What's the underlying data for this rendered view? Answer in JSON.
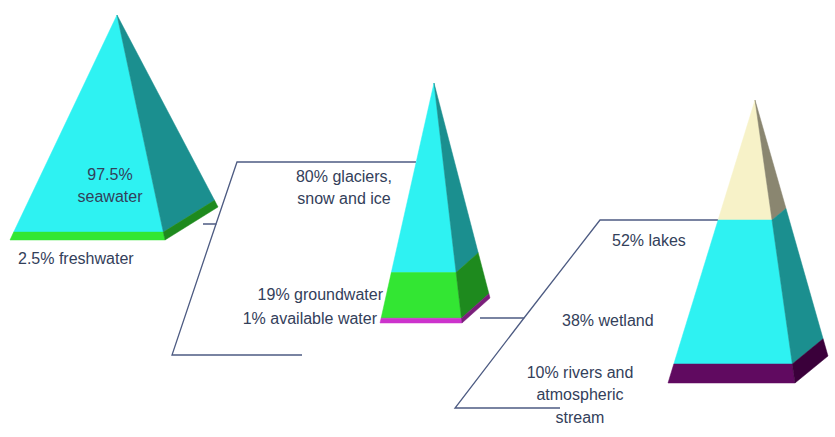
{
  "diagram": {
    "nodes": [
      {
        "text": [
          "97.5% seawater",
          "2.5% freshwater"
        ]
      },
      {
        "text": [
          "80% glaciers, snow and ice",
          "19% groundwater",
          "1% available water"
        ]
      },
      {
        "text": [
          "52% lakes",
          "38% wetland",
          "10% rivers and atmospheric stream"
        ]
      }
    ],
    "edges": [
      {
        "from": 0,
        "to": 1,
        "arrow": "none"
      },
      {
        "from": 1,
        "to": 2,
        "arrow": "none"
      }
    ]
  }
}
